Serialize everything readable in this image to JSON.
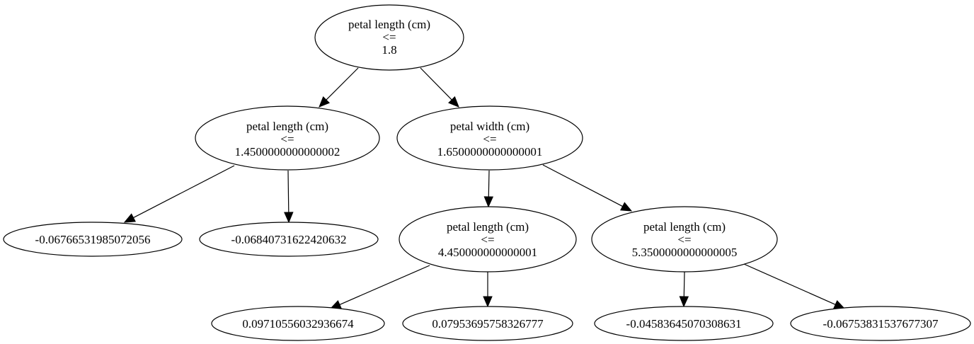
{
  "tree": {
    "nodes": {
      "n0": {
        "feature": "petal length (cm)",
        "operator": "<=",
        "threshold": "1.8"
      },
      "n1": {
        "feature": "petal length (cm)",
        "operator": "<=",
        "threshold": "1.4500000000000002"
      },
      "n2": {
        "feature": "petal width (cm)",
        "operator": "<=",
        "threshold": "1.6500000000000001"
      },
      "n3": {
        "leaf_value": "-0.06766531985072056"
      },
      "n4": {
        "leaf_value": "-0.06840731622420632"
      },
      "n5": {
        "feature": "petal length (cm)",
        "operator": "<=",
        "threshold": "4.450000000000001"
      },
      "n6": {
        "feature": "petal length (cm)",
        "operator": "<=",
        "threshold": "5.3500000000000005"
      },
      "n7": {
        "leaf_value": "0.09710556032936674"
      },
      "n8": {
        "leaf_value": "0.07953695758326777"
      },
      "n9": {
        "leaf_value": "-0.04583645070308631"
      },
      "n10": {
        "leaf_value": "-0.06753831537677307"
      }
    },
    "edges": [
      {
        "from": "n0",
        "to": "n1"
      },
      {
        "from": "n0",
        "to": "n2"
      },
      {
        "from": "n1",
        "to": "n3"
      },
      {
        "from": "n1",
        "to": "n4"
      },
      {
        "from": "n2",
        "to": "n5"
      },
      {
        "from": "n2",
        "to": "n6"
      },
      {
        "from": "n5",
        "to": "n7"
      },
      {
        "from": "n5",
        "to": "n8"
      },
      {
        "from": "n6",
        "to": "n9"
      },
      {
        "from": "n6",
        "to": "n10"
      }
    ]
  }
}
